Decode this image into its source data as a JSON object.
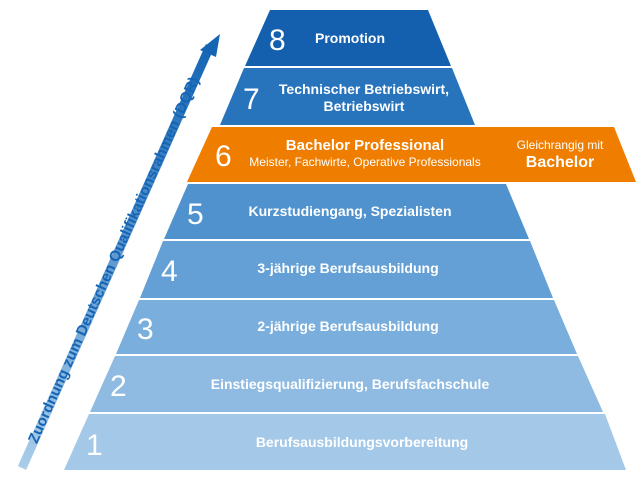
{
  "axis_label": "Zuordnung zum Deutschen Qualifikationsrahmen (DQR)",
  "levels": [
    {
      "number": "1",
      "label": "Berufsausbildungsvorbereitung",
      "color": "#a3c8e8"
    },
    {
      "number": "2",
      "label": "Einstiegsqualifizierung, Berufsfachschule",
      "color": "#8fbbe2"
    },
    {
      "number": "3",
      "label": "2-jährige Berufsausbildung",
      "color": "#7aaedc"
    },
    {
      "number": "4",
      "label": "3-jährige Berufsausbildung",
      "color": "#64a0d5"
    },
    {
      "number": "5",
      "label": "Kurzstudiengang, Spezialisten",
      "color": "#4f92ce"
    },
    {
      "number": "6",
      "label": "Bachelor Professional",
      "sublabel": "Meister, Fachwirte, Operative Professionals",
      "color": "#ef7d00"
    },
    {
      "number": "7",
      "label_line1": "Technischer Betriebswirt,",
      "label_line2": "Betriebswirt",
      "color": "#2774bd"
    },
    {
      "number": "8",
      "label": "Promotion",
      "color": "#1560ae"
    }
  ],
  "side_note": {
    "line1": "Gleichrangig mit",
    "line2": "Bachelor"
  },
  "colors": {
    "arrow": "#1565b5",
    "text": "#ffffff"
  }
}
